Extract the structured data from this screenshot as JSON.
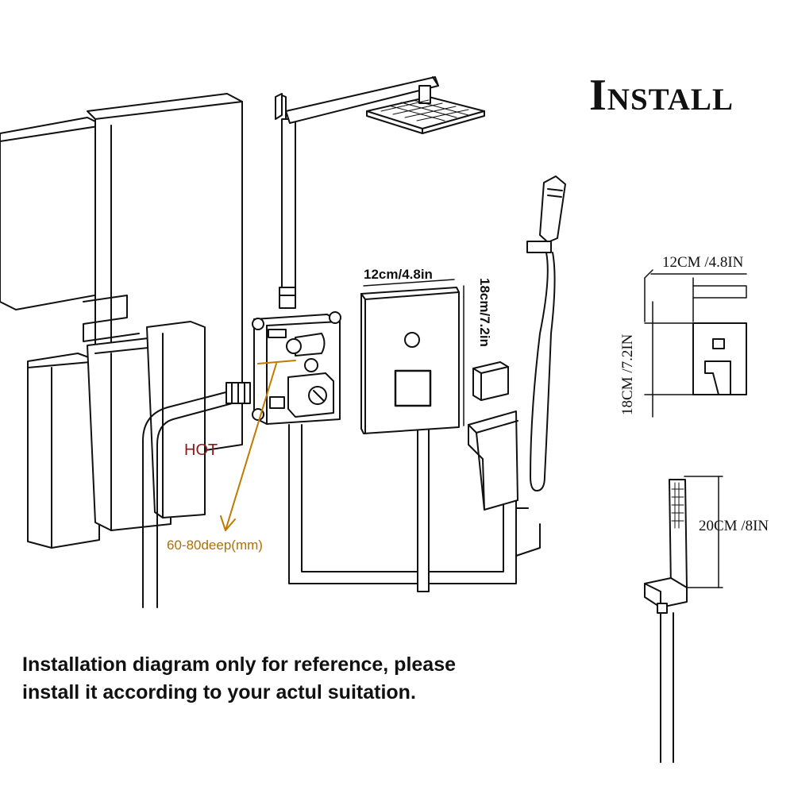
{
  "title": "Install",
  "note": "Installation diagram only for reference, please install it according to your actul suitation.",
  "labels": {
    "hot": "HOT",
    "depth": "60-80deep(mm)",
    "panel_width": "12cm/4.8in",
    "panel_height": "18cm/7.2in"
  },
  "dimensions": {
    "width": "12CM /4.8IN",
    "height": "18CM /7.2IN",
    "handheld_height": "20CM /8IN"
  },
  "colors": {
    "line": "#111111",
    "hot_label": "#8b1a1a",
    "depth_label": "#b36f00"
  }
}
